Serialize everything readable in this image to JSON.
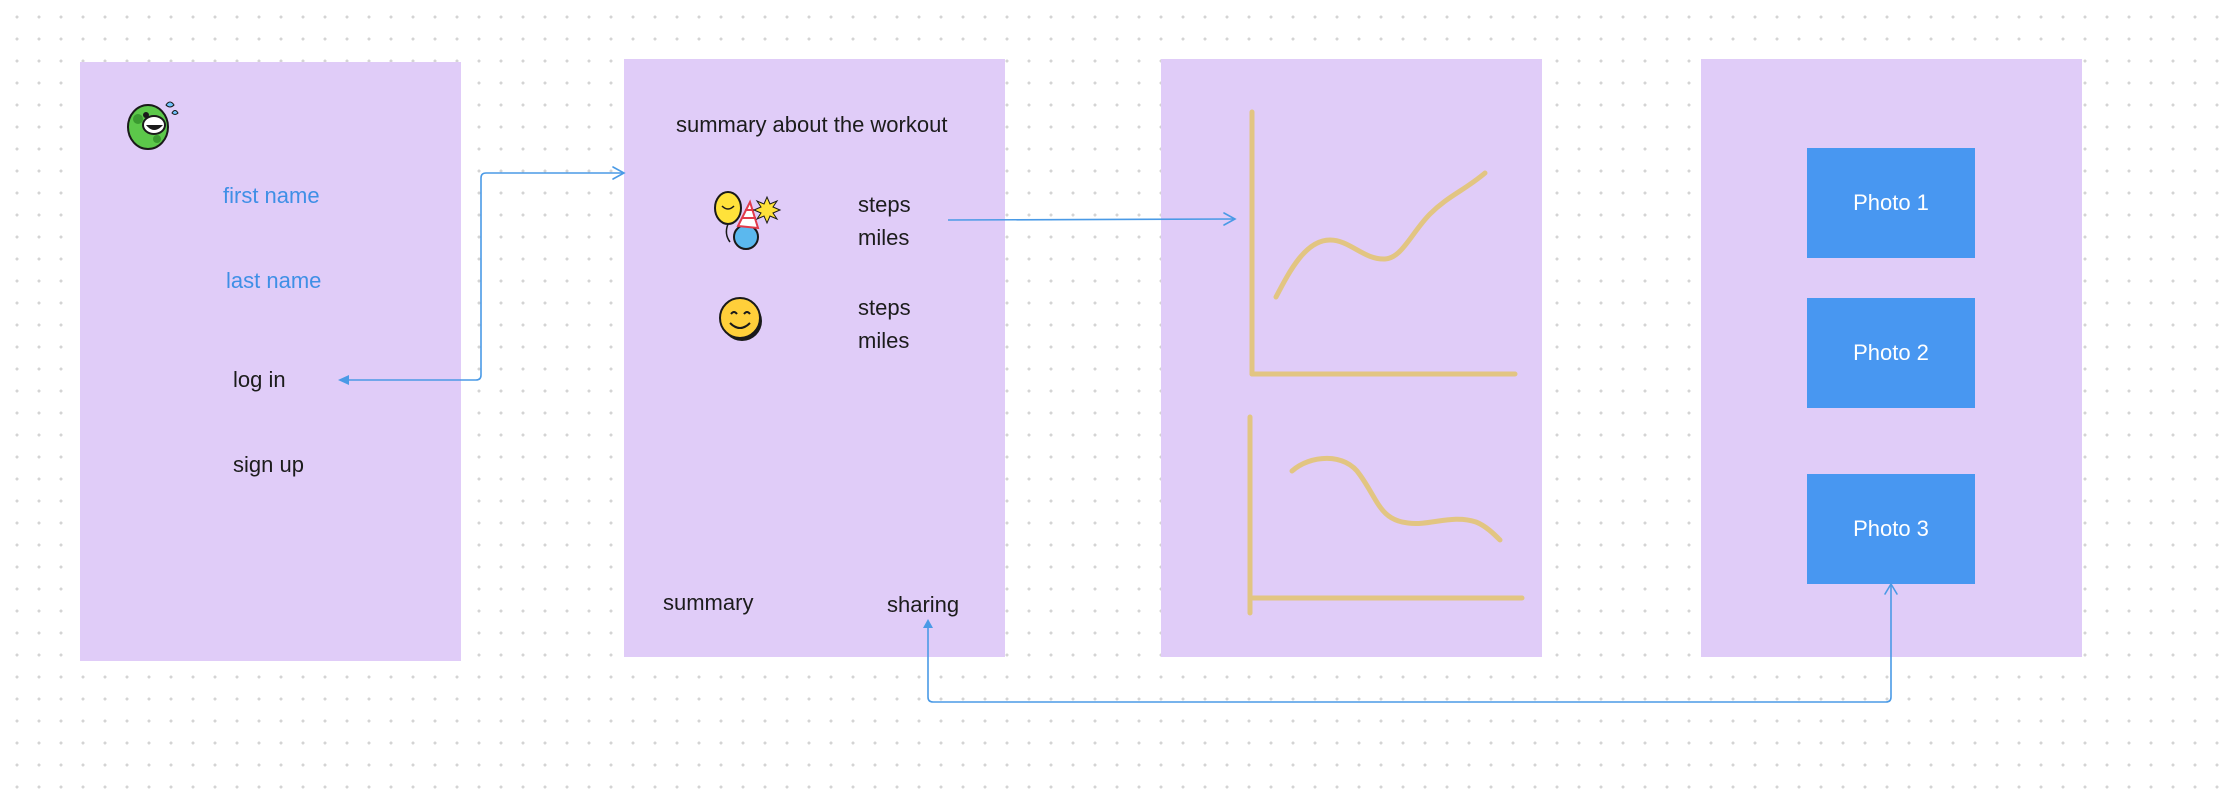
{
  "screen1": {
    "first_name": "first name",
    "last_name": "last name",
    "log_in": "log in",
    "sign_up": "sign up"
  },
  "screen2": {
    "title": "summary about the workout",
    "entries": [
      {
        "steps": "steps",
        "miles": "miles"
      },
      {
        "steps": "steps",
        "miles": "miles"
      }
    ],
    "summary": "summary",
    "sharing": "sharing"
  },
  "screen4": {
    "photos": [
      "Photo 1",
      "Photo 2",
      "Photo 3"
    ]
  },
  "colors": {
    "frame": "#e0ccf8",
    "link_text": "#3f8fe6",
    "connector": "#4a9ae6",
    "photo": "#4897f1",
    "sketch": "#e2c582"
  }
}
